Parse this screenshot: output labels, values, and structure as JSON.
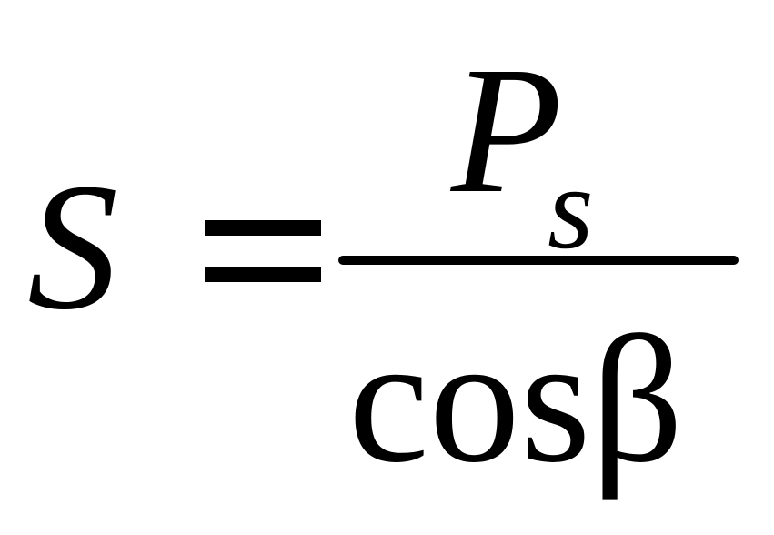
{
  "formula": {
    "lhs": "S",
    "equals": "=",
    "numerator": {
      "symbol": "P",
      "subscript": "s"
    },
    "denominator": "cosβ"
  }
}
